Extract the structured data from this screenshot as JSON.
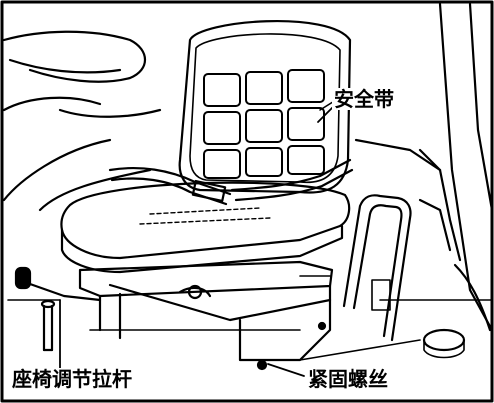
{
  "labels": {
    "seat_belt": "安全带",
    "seat_adjust_lever": "座椅调节拉杆",
    "fastening_bolt": "紧固螺丝"
  },
  "colors": {
    "ink": "#000000",
    "paper": "#ffffff"
  }
}
